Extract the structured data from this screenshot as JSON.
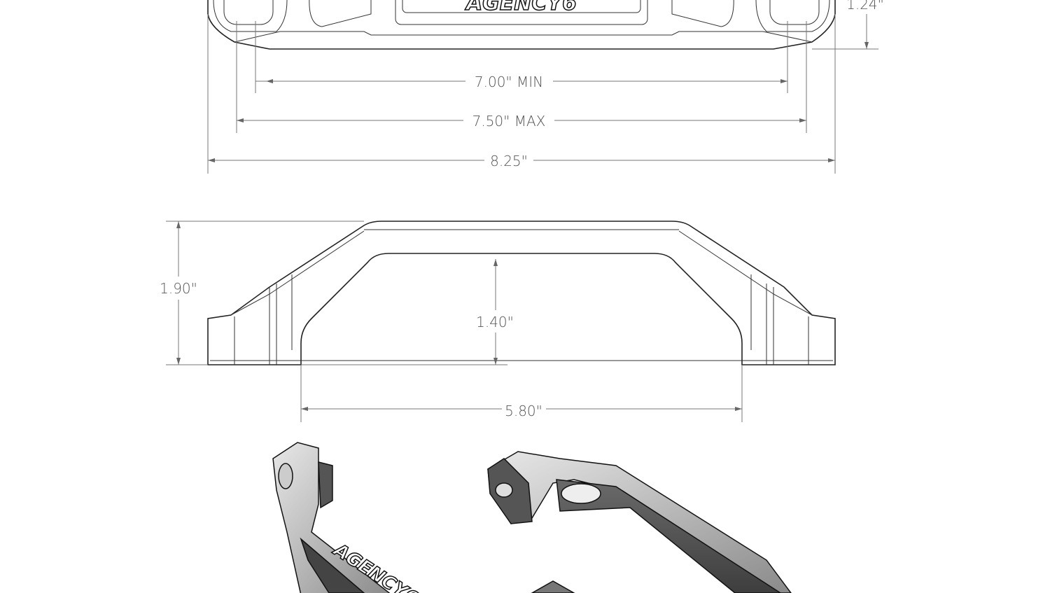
{
  "logo_text": "AGENCY6",
  "dimensions": {
    "height_top": "1.24\"",
    "min_width": "7.00\" MIN",
    "max_width": "7.50\" MAX",
    "overall_length": "8.25\"",
    "overall_height": "1.90\"",
    "inner_height": "1.40\"",
    "inner_span": "5.80\""
  },
  "colors": {
    "line": "#222222",
    "dimension": "#777777",
    "shade": "#5a5a5a"
  }
}
